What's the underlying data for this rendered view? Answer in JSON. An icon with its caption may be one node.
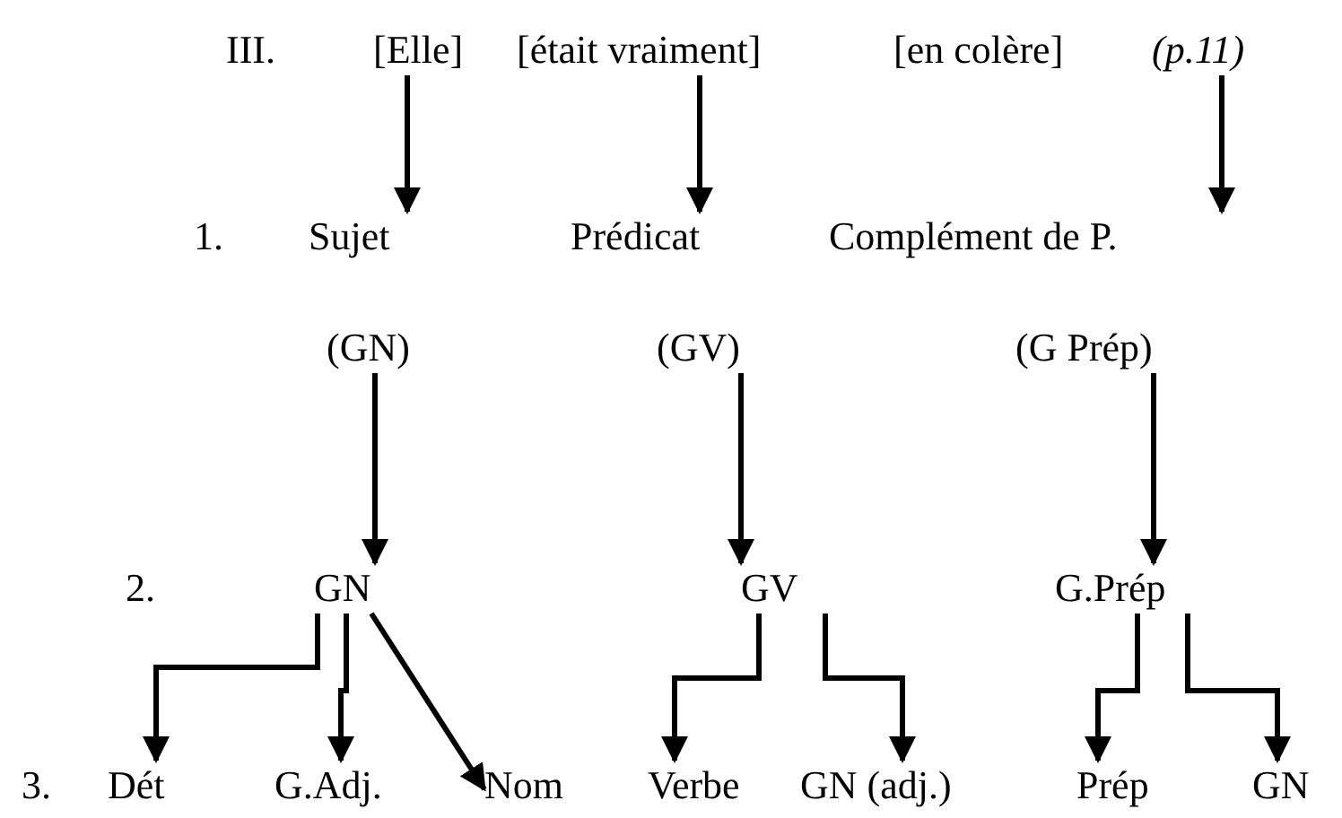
{
  "diagram": {
    "nodes": [
      {
        "text": [
          "[Elle]"
        ]
      },
      {
        "text": [
          "[était vraiment]"
        ]
      },
      {
        "text": [
          "[en colère]"
        ]
      },
      {
        "text": [
          "(p.11)"
        ]
      },
      {
        "text": [
          "Sujet",
          "(GN)"
        ]
      },
      {
        "text": [
          "Prédicat",
          "(GV)"
        ]
      },
      {
        "text": [
          "Complément de P.",
          "(G Prép)"
        ]
      },
      {
        "text": [
          "GN"
        ]
      },
      {
        "text": [
          "GV"
        ]
      },
      {
        "text": [
          "G.Prép"
        ]
      },
      {
        "text": [
          "Dét"
        ]
      },
      {
        "text": [
          "G.Adj."
        ]
      },
      {
        "text": [
          "Nom"
        ]
      },
      {
        "text": [
          "Verbe"
        ]
      },
      {
        "text": [
          "GN (adj.)"
        ]
      },
      {
        "text": [
          "Prép"
        ]
      },
      {
        "text": [
          "GN"
        ]
      }
    ],
    "edges": [
      {
        "from": 0,
        "to": 4,
        "arrow": "to"
      },
      {
        "from": 1,
        "to": 5,
        "arrow": "to"
      },
      {
        "from": 3,
        "to": 6,
        "arrow": "to"
      },
      {
        "from": 4,
        "to": 7,
        "arrow": "to"
      },
      {
        "from": 5,
        "to": 8,
        "arrow": "to"
      },
      {
        "from": 6,
        "to": 9,
        "arrow": "to"
      },
      {
        "from": 7,
        "to": 10,
        "arrow": "to"
      },
      {
        "from": 7,
        "to": 11,
        "arrow": "to"
      },
      {
        "from": 7,
        "to": 12,
        "arrow": "to"
      },
      {
        "from": 8,
        "to": 13,
        "arrow": "to"
      },
      {
        "from": 8,
        "to": 14,
        "arrow": "to"
      },
      {
        "from": 9,
        "to": 15,
        "arrow": "to"
      },
      {
        "from": 9,
        "to": 16,
        "arrow": "to"
      }
    ],
    "labels": [
      "III.",
      "1.",
      "2.",
      "3."
    ]
  }
}
